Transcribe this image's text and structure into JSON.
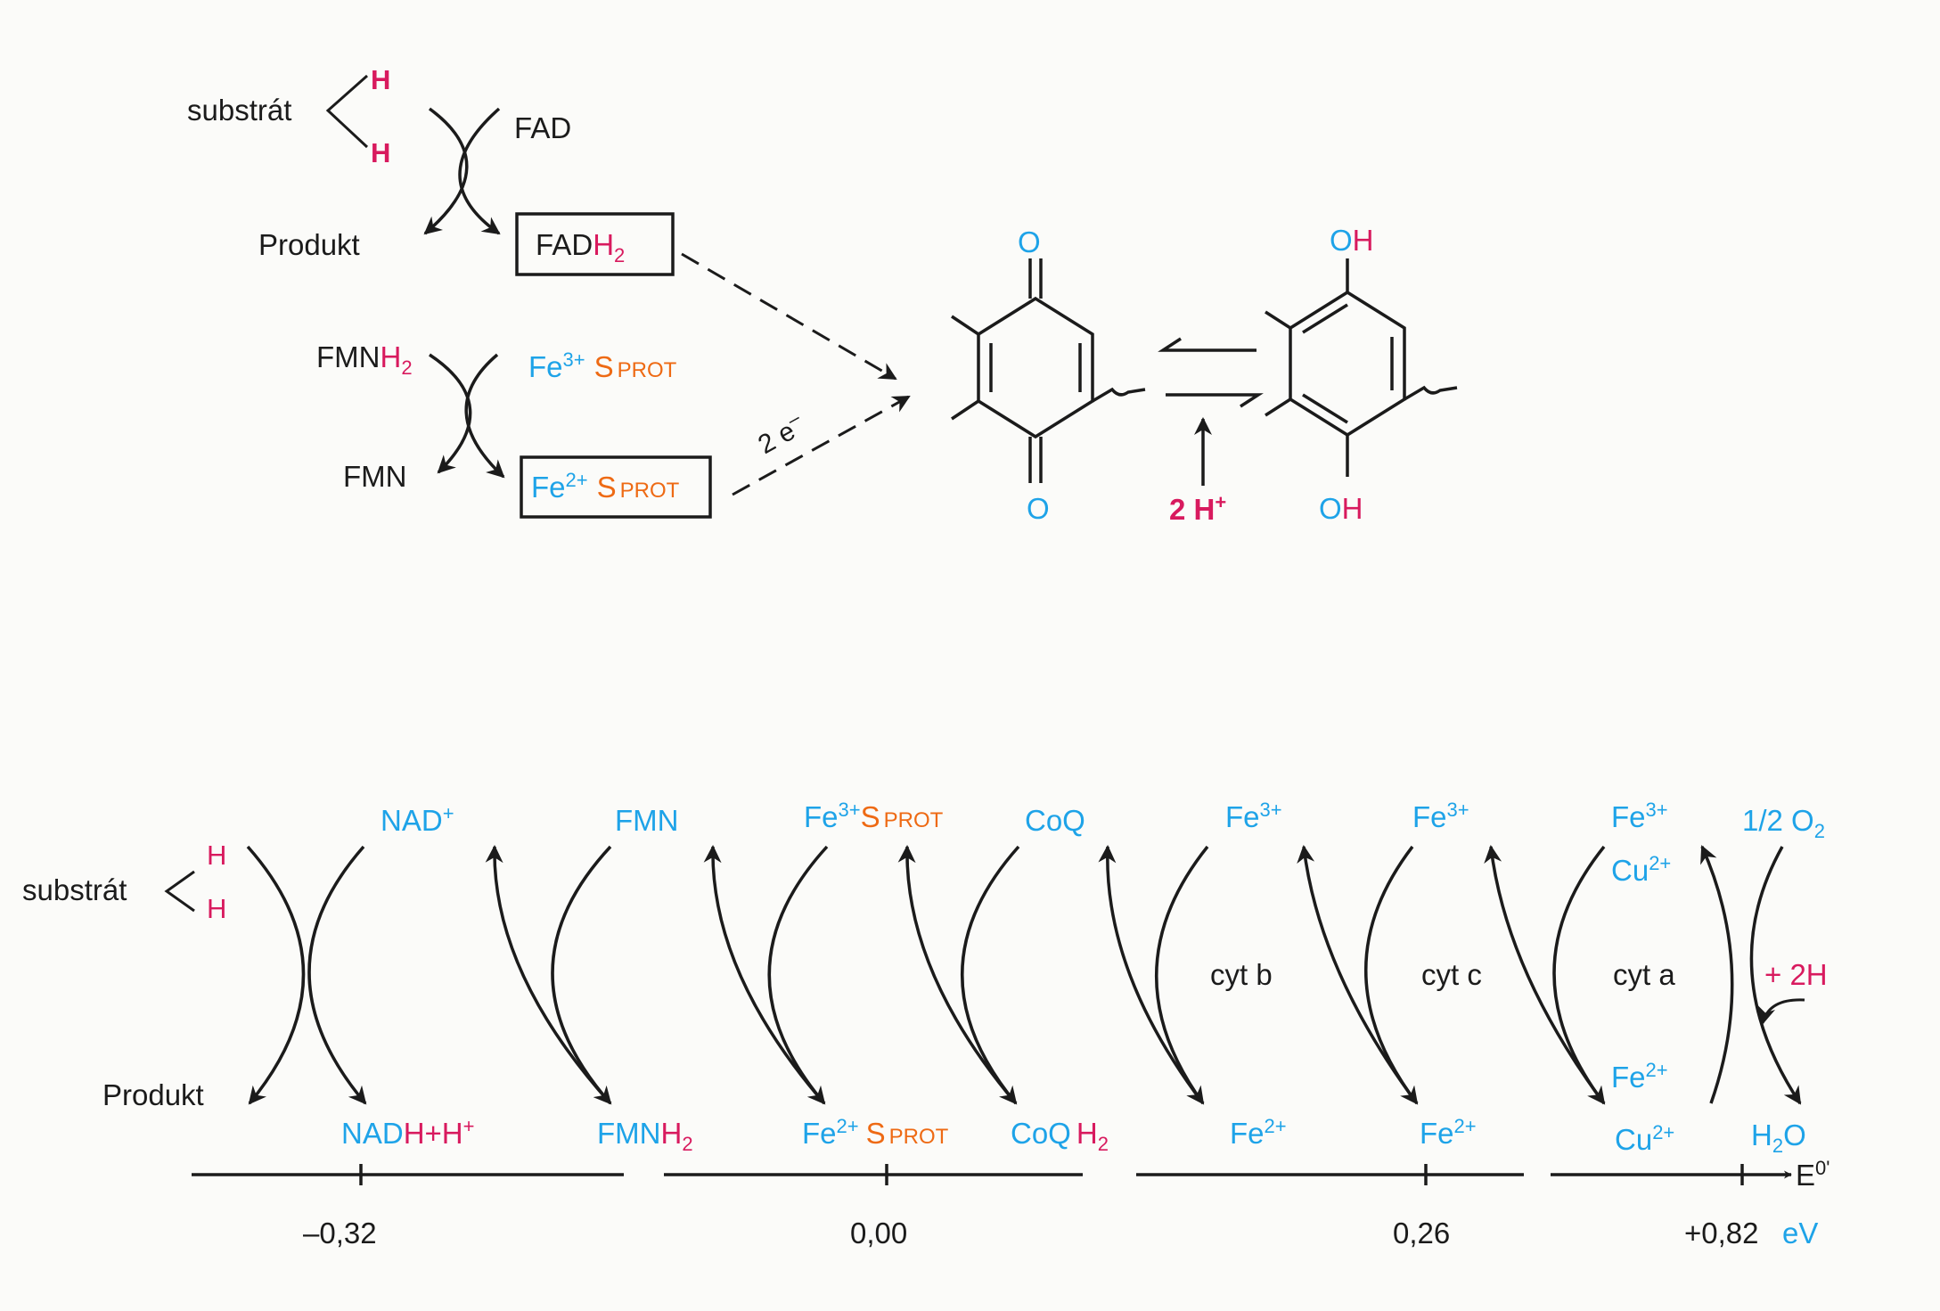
{
  "colors": {
    "ink": "#1b1b1b",
    "electron_carrier": "#1ea3e8",
    "hydrogen": "#d81a5e",
    "protein": "#ee6a14",
    "background": "#fbfbf9"
  },
  "top": {
    "substrate": "substrát",
    "h": "H",
    "fad": "FAD",
    "produkt": "Produkt",
    "fadh2_base": "FAD",
    "fadh2_h": "H",
    "fadh2_sub": "2",
    "fmnh2_base": "FMN",
    "fmnh2_h": "H",
    "fmnh2_sub": "2",
    "fmn": "FMN",
    "fe3": "Fe",
    "fe3_sup": "3+",
    "fe2": "Fe",
    "fe2_sup": "2+",
    "s": "S",
    "prot": "PROT",
    "electrons": "2 e",
    "electrons_sup": "–",
    "o_top": "O",
    "o_bottom": "O",
    "oh_o": "O",
    "oh_h": "H",
    "proton": "2 H",
    "proton_sup": "+"
  },
  "chain": {
    "substrate": "substrát",
    "h": "H",
    "produkt": "Produkt",
    "nad_plus": "NAD",
    "nad_plus_sup": "+",
    "nadh_base": "NAD",
    "nadh_h": "H+H",
    "nadh_sup": "+",
    "fmn": "FMN",
    "fmnh2_base": "FMN",
    "fmnh2_h": "H",
    "fmnh2_sub": "2",
    "fe": "Fe",
    "sup3": "3+",
    "sup2": "2+",
    "s": "S",
    "prot": "PROT",
    "coq": "CoQ",
    "coqh2_base": "CoQ",
    "coqh2_h": "H",
    "coqh2_sub": "2",
    "cyt_b": "cyt b",
    "cyt_c": "cyt c",
    "cyt_a": "cyt a",
    "cu": "Cu",
    "half_o2": "1/2 O",
    "o2_sub": "2",
    "h2o_h": "H",
    "h2o_sub": "2",
    "h2o_o": "O",
    "plus_2h": "+ 2H",
    "axis_label": "E",
    "axis_sup": "0'",
    "ticks": [
      "–0,32",
      "0,00",
      "0,26",
      "+0,82"
    ],
    "unit": "eV"
  }
}
